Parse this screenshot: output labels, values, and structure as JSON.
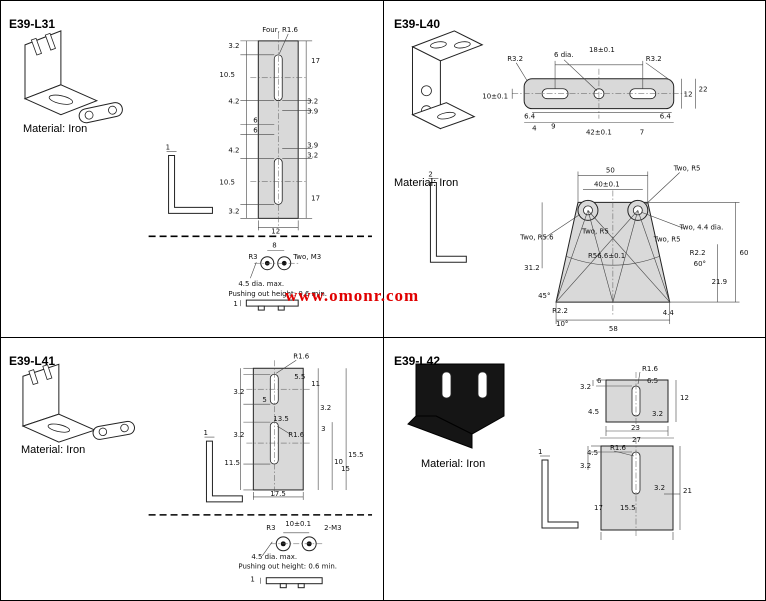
{
  "watermark": {
    "text": "www.omonr.com",
    "color": "#e00000"
  },
  "panels": {
    "l31": {
      "title": "E39-L31",
      "material": "Material: Iron",
      "dims": [
        "Four, R1.6",
        "3.2",
        "10.5",
        "4.2",
        "6",
        "6",
        "4.2",
        "10.5",
        "3.2",
        "17",
        "3.2",
        "3.9",
        "3.9",
        "3.2",
        "17",
        "12",
        "1",
        "R3",
        "8",
        "Two, M3",
        "4.5 dia. max.",
        "Pushing out height: 0.6 min.",
        "1"
      ]
    },
    "l40": {
      "title": "E39-L40",
      "material": "Material: Iron",
      "dims": [
        "R3.2",
        "6 dia.",
        "18±0.1",
        "R3.2",
        "12",
        "22",
        "10±0.1",
        "6.4",
        "4",
        "9",
        "42±0.1",
        "7",
        "6.4",
        "2",
        "50",
        "40±0.1",
        "Two, R5",
        "Two, 4.4 dia.",
        "Two, R5.6",
        "Two, R5",
        "Two, R5",
        "R56.6±0.1",
        "R2.2",
        "31.2",
        "60",
        "21.9",
        "60°",
        "45°",
        "R2.2",
        "4.4",
        "10°",
        "58"
      ]
    },
    "l41": {
      "title": "E39-L41",
      "material": "Material: Iron",
      "dims": [
        "R1.6",
        "5.5",
        "11",
        "3.2",
        "5",
        "3.2",
        "13.5",
        "3.2",
        "R1.6",
        "3",
        "11.5",
        "10",
        "15.5",
        "15",
        "17.5",
        "1",
        "R3",
        "10±0.1",
        "2-M3",
        "4.5 dia. max.",
        "Pushing out height: 0.6 min.",
        "1"
      ]
    },
    "l42": {
      "title": "E39-L42",
      "material": "Material: Iron",
      "dims": [
        "R1.6",
        "3.2",
        "6",
        "6.5",
        "12",
        "4.5",
        "3.2",
        "23",
        "27",
        "4.5",
        "R1.6",
        "3.2",
        "3.2",
        "21",
        "15.5",
        "17",
        "1"
      ]
    }
  }
}
